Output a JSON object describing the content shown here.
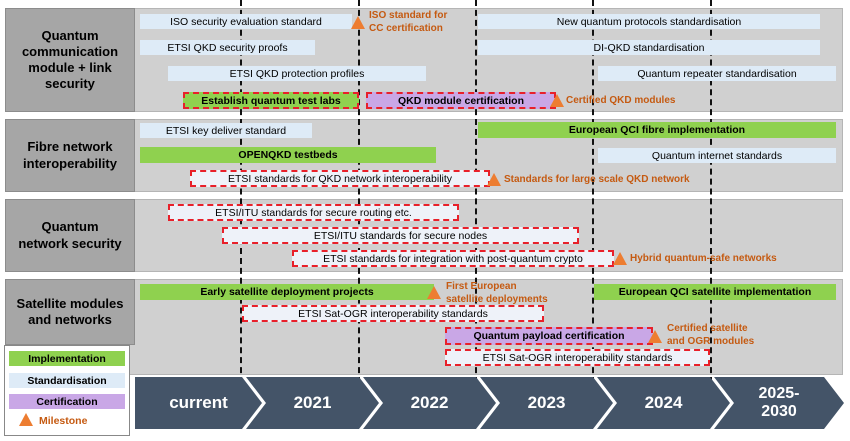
{
  "categories": [
    {
      "label": "Quantum\ncommunication\nmodule + link\nsecurity"
    },
    {
      "label": "Fibre network\ninteroperability"
    },
    {
      "label": "Quantum\nnetwork security"
    },
    {
      "label": "Satellite modules\nand networks"
    }
  ],
  "bars": {
    "iso_eval": "ISO security evaluation standard",
    "new_protocols": "New quantum protocols standardisation",
    "etsi_proofs": "ETSI QKD security proofs",
    "diqkd": "DI-QKD standardisation",
    "etsi_profiles": "ETSI QKD protection profiles",
    "repeater": "Quantum repeater standardisation",
    "test_labs": "Establish quantum test labs",
    "module_cert": "QKD module certification",
    "key_deliver": "ETSI key deliver standard",
    "euro_fibre": "European QCI fibre implementation",
    "openqkd": "OPENQKD testbeds",
    "internet_std": "Quantum internet standards",
    "net_interop": "ETSI standards for QKD network interoperability",
    "routing": "ETSI/ITU standards for secure routing etc.",
    "secure_nodes": "ETSI/ITU standards for secure nodes",
    "pq_crypto": "ETSI standards for integration with post-quantum crypto",
    "early_sat": "Early satellite deployment projects",
    "euro_sat": "European QCI satellite implementation",
    "sat_ogr_1": "ETSI Sat-OGR interoperability standards",
    "payload_cert": "Quantum payload certification",
    "sat_ogr_2": "ETSI Sat-OGR interoperability standards"
  },
  "milestones": {
    "iso_cc": "ISO standard for\nCC certification",
    "cert_qkd": "Certified QKD modules",
    "large_scale": "Standards for large scale QKD network",
    "hybrid": "Hybrid quantum-safe networks",
    "first_euro_sat": "First European\nsatellite deployments",
    "cert_sat": "Certified satellite\nand OGR modules"
  },
  "legend": {
    "implementation": "Implementation",
    "standardisation": "Standardisation",
    "certification": "Certification",
    "milestone": "Milestone"
  },
  "timeline": [
    "current",
    "2021",
    "2022",
    "2023",
    "2024",
    "2025-\n2030"
  ],
  "colors": {
    "implementation": "#8fd14f",
    "standardisation": "#deebf7",
    "certification": "#c9a7e6",
    "milestone": "#ed7d31",
    "milestone_text": "#c55a11",
    "dashed_border": "#e8202a",
    "timeline_arrow": "#445468"
  }
}
